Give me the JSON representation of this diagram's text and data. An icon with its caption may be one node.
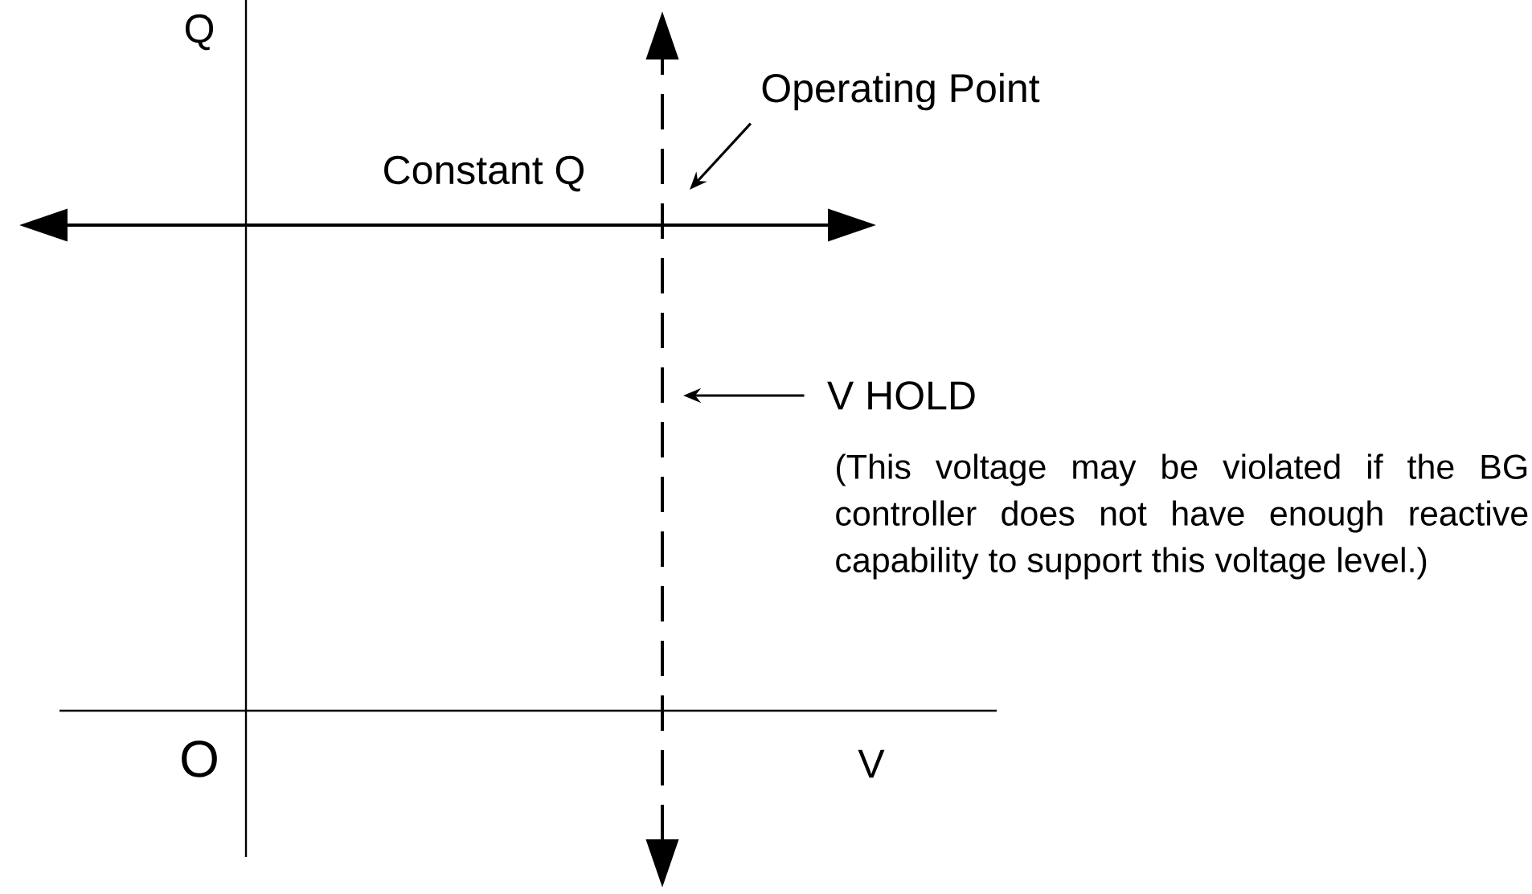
{
  "diagram": {
    "nodes": [
      {
        "text": [
          "Operating Point"
        ]
      },
      {
        "text": [
          "V HOLD"
        ]
      }
    ],
    "edges": [
      {
        "from": 0,
        "to": null,
        "arrow": "to"
      },
      {
        "from": 1,
        "to": null,
        "arrow": "to"
      }
    ],
    "labels": [
      "Q",
      "Constant Q",
      "O",
      "V",
      "(This voltage may be violated if the BG controller does not have enough reactive capability to support this voltage level.)"
    ]
  }
}
